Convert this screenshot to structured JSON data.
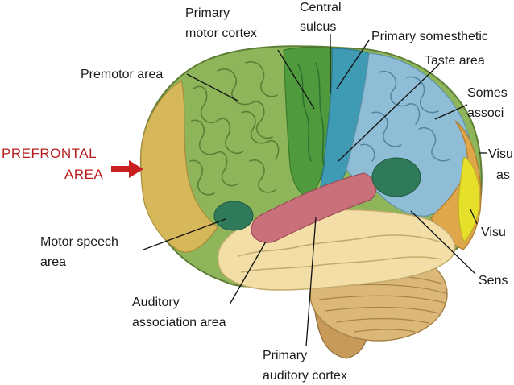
{
  "labels": {
    "primary_motor_cortex": [
      "Primary",
      "motor cortex"
    ],
    "central_sulcus": [
      "Central",
      "sulcus"
    ],
    "primary_somesthetic": "Primary somesthetic",
    "taste_area": "Taste area",
    "premotor_area": "Premotor area",
    "somesthetic_association": [
      "Somes",
      "associ"
    ],
    "prefrontal_area": [
      "PREFRONTAL",
      "AREA"
    ],
    "visual_association": [
      "Visu",
      "as"
    ],
    "motor_speech_area": [
      "Motor speech",
      "area"
    ],
    "visual": "Visu",
    "sensory": "Sens",
    "auditory_association_area": [
      "Auditory",
      "association area"
    ],
    "primary_auditory_cortex": [
      "Primary",
      "auditory cortex"
    ]
  },
  "colors": {
    "prefrontal": "#d6b75a",
    "premotor": "#8fb55a",
    "primary_motor": "#4e9a3c",
    "somesthetic": "#3f9ab3",
    "parietal": "#8fbdd6",
    "temporal": "#f2dea6",
    "auditory": "#c9707a",
    "cerebellum": "#dcb878",
    "occipital_yellow": "#e7e02a",
    "green_patch": "#2f7a5a",
    "arrow": "#c8201e",
    "label_red": "#b81c1c"
  }
}
